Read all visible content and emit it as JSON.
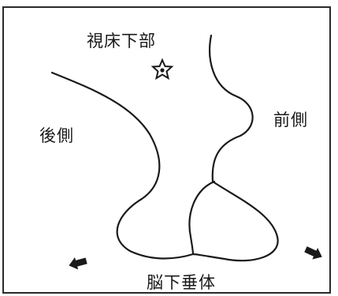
{
  "labels": {
    "hypothalamus": "視床下部",
    "posterior": "後側",
    "anterior": "前側",
    "pituitary": "脳下垂体"
  },
  "icons": {
    "neuron_marker": "star-with-nucleus",
    "left_arrow": "left-pointing-arrow",
    "right_arrow": "down-right-pointing-arrow"
  },
  "colors": {
    "ink": "#1a1a1a",
    "background": "#ffffff"
  }
}
